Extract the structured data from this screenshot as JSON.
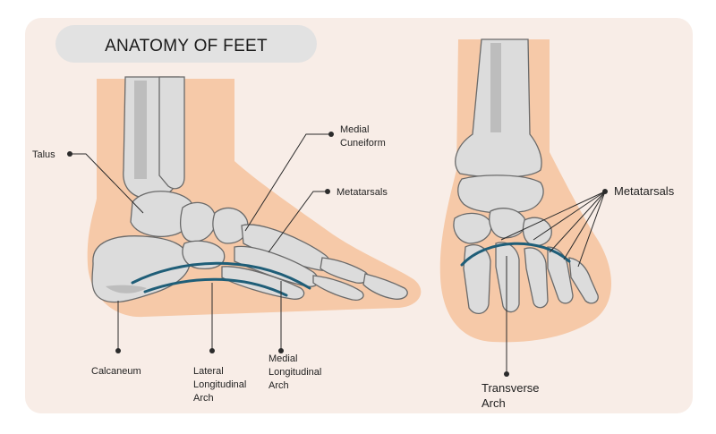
{
  "title": "ANATOMY OF FEET",
  "colors": {
    "background_panel": "#f8ede7",
    "title_pill": "#e2e2e2",
    "skin": "#f6c9a8",
    "bone": "#dcdcdc",
    "bone_outline": "#6a6a6a",
    "arch_line": "#1f5e78",
    "leader": "#2b2b2b"
  },
  "side_view": {
    "labels": {
      "talus": "Talus",
      "medial_cuneiform_1": "Medial",
      "medial_cuneiform_2": "Cuneiform",
      "metatarsals": "Metatarsals",
      "calcaneum": "Calcaneum",
      "lateral_arch_1": "Lateral",
      "lateral_arch_2": "Longitudinal",
      "lateral_arch_3": "Arch",
      "medial_arch_1": "Medial",
      "medial_arch_2": "Longitudinal",
      "medial_arch_3": "Arch"
    }
  },
  "front_view": {
    "labels": {
      "metatarsals": "Metatarsals",
      "transverse_1": "Transverse",
      "transverse_2": "Arch"
    }
  }
}
